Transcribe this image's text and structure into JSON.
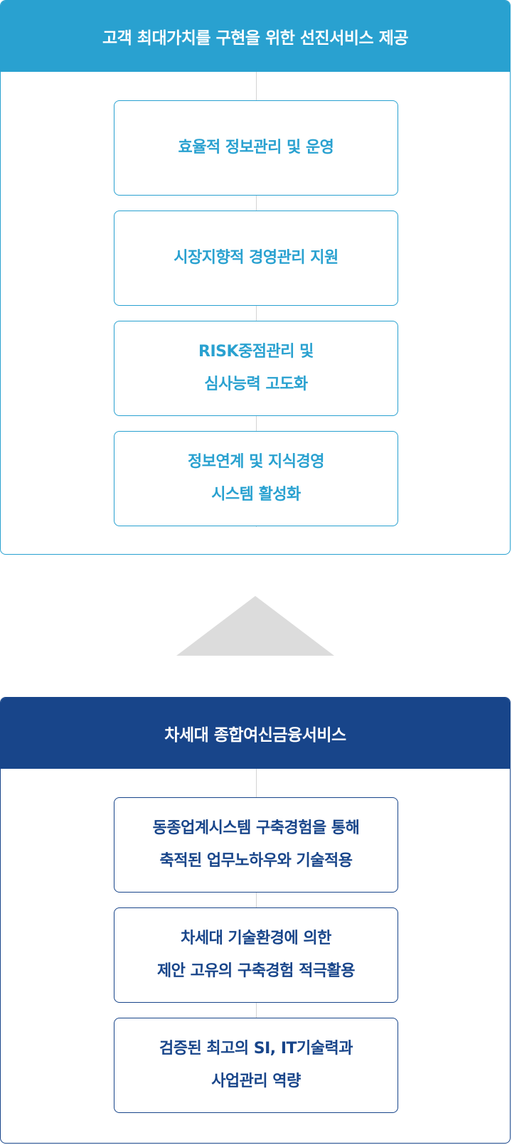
{
  "top_panel": {
    "title": "고객 최대가치를 구현을 위한 선진서비스 제공",
    "cards": [
      {
        "lines": [
          "효율적 정보관리 및 운영"
        ]
      },
      {
        "lines": [
          "시장지향적 경영관리 지원"
        ]
      },
      {
        "lines": [
          "RISK중점관리 및",
          "심사능력 고도화"
        ]
      },
      {
        "lines": [
          "정보연계 및 지식경영",
          "시스템 활성화"
        ]
      }
    ]
  },
  "bottom_panel": {
    "title": "차세대 종합여신금융서비스",
    "cards": [
      {
        "lines": [
          "동종업계시스템 구축경험을 통해",
          "축적된 업무노하우와 기술적용"
        ]
      },
      {
        "lines": [
          "차세대 기술환경에 의한",
          "제안 고유의 구축경험 적극활용"
        ]
      },
      {
        "lines": [
          "검증된 최고의 SI, IT기술력과",
          "사업관리 역량"
        ]
      }
    ]
  },
  "colors": {
    "top_accent": "#29a1d0",
    "bottom_accent": "#18458a",
    "arrow": "#dcdcdc",
    "connector": "#d4d4d4"
  },
  "icons": {
    "arrow": "up-triangle-arrow"
  }
}
